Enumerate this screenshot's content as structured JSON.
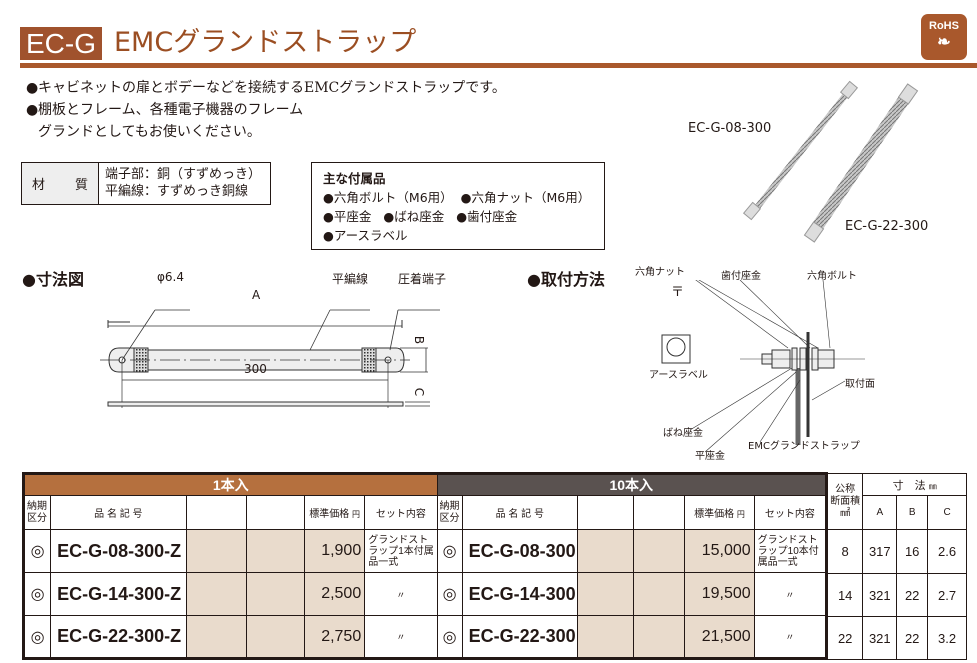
{
  "header": {
    "badge": "EC-G",
    "title": "EMCグランドストラップ",
    "rohs": "RoHS"
  },
  "bullets": [
    "キャビネットの扉とボデーなどを接続するEMCグランドストラップです。",
    "棚板とフレーム、各種電子機器のフレーム",
    "グランドとしてもお使いください。"
  ],
  "material": {
    "label_1": "材",
    "label_2": "質",
    "line1": "端子部：銅（すずめっき）",
    "line2": "平編線：すずめっき銅線"
  },
  "accessories": {
    "title": "主な付属品",
    "items": [
      "●六角ボルト（M6用）",
      "●六角ナット（M6用）",
      "●平座金",
      "●ばね座金",
      "●歯付座金",
      "●アースラベル"
    ]
  },
  "photo_labels": [
    "EC-G-08-300",
    "EC-G-22-300"
  ],
  "dimension_drawing": {
    "title": "●寸法図",
    "phi": "φ6.4",
    "braid": "平編線",
    "terminal": "圧着端子",
    "A": "A",
    "B": "B",
    "C": "C",
    "length": "300"
  },
  "mounting": {
    "title": "●取付方法",
    "hex_nut": "六角ナット",
    "toothed_washer": "歯付座金",
    "hex_bolt": "六角ボルト",
    "earth_label": "アースラベル",
    "mount_surface": "取付面",
    "spring_washer": "ばね座金",
    "flat_washer": "平座金",
    "strap": "EMCグランドストラップ",
    "earth_symbol": "〒"
  },
  "table": {
    "group1": "1本入",
    "group2": "10本入",
    "h_delivery": "納期区分",
    "h_name": "品 名 記 号",
    "h_price": "標準価格",
    "h_yen": "円",
    "h_set": "セット内容",
    "h_area_1": "公称",
    "h_area_2": "断面積",
    "h_area_unit": "㎟",
    "h_dims": "寸　法",
    "h_mm": "㎜",
    "h_A": "A",
    "h_B": "B",
    "h_C": "C",
    "rows": [
      {
        "mark": "◎",
        "name1": "EC-G-08-300-Z",
        "price1": "1,900",
        "set1": "グランドストラップ1本付属品一式",
        "name10": "EC-G-08-300",
        "price10": "15,000",
        "set10": "グランドストラップ10本付属品一式",
        "area": "8",
        "A": "317",
        "B": "16",
        "C": "2.6"
      },
      {
        "mark": "◎",
        "name1": "EC-G-14-300-Z",
        "price1": "2,500",
        "set1": "〃",
        "name10": "EC-G-14-300",
        "price10": "19,500",
        "set10": "〃",
        "area": "14",
        "A": "321",
        "B": "22",
        "C": "2.7"
      },
      {
        "mark": "◎",
        "name1": "EC-G-22-300-Z",
        "price1": "2,750",
        "set1": "〃",
        "name10": "EC-G-22-300",
        "price10": "21,500",
        "set10": "〃",
        "area": "22",
        "A": "321",
        "B": "22",
        "C": "3.2"
      }
    ]
  }
}
